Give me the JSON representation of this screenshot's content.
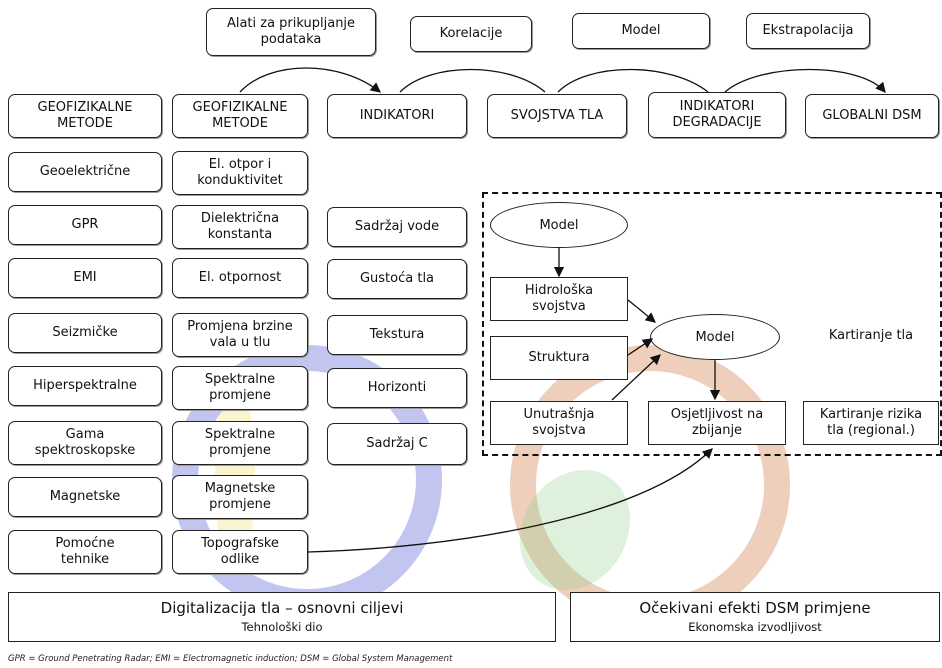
{
  "top_row": {
    "alati": "Alati za prikupljanje podataka",
    "korelacije": "Korelacije",
    "model": "Model",
    "ekstrapolacija": "Ekstrapolacija"
  },
  "header_row": {
    "geo1": "GEOFIZIKALNE\nMETODE",
    "geo2": "GEOFIZIKALNE\nMETODE",
    "indikatori": "INDIKATORI",
    "svojstva": "SVOJSTVA TLA",
    "degradacije": "INDIKATORI\nDEGRADACIJE",
    "globalni": "GLOBALNI DSM"
  },
  "col1": [
    "Geoelektrične",
    "GPR",
    "EMI",
    "Seizmičke",
    "Hiperspektralne",
    "Gama\nspektroskopske",
    "Magnetske",
    "Pomoćne\ntehnike"
  ],
  "col2": [
    "El. otpor i\nkonduktivitet",
    "Dielektrična\nkonstanta",
    "El. otpornost",
    "Promjena brzine\nvala u tlu",
    "Spektralne\npromjene",
    "Spektralne\npromjene",
    "Magnetske\npromjene",
    "Topografske\nodlike"
  ],
  "col3": [
    "Sadržaj vode",
    "Gustoća tla",
    "Tekstura",
    "Horizonti",
    "Sadržaj C"
  ],
  "dashed": {
    "model_top": "Model",
    "hidroloska": "Hidrološka\nsvojstva",
    "struktura": "Struktura",
    "unutarnja": "Unutrašnja\nsvojstva",
    "model_center": "Model",
    "osjetljivost": "Osjetljivost na\nzbijanje",
    "kartiranje": "Kartiranje tla",
    "kartiranje_rizika": "Kartiranje rizika\ntla (regional.)"
  },
  "bottom": {
    "left_title": "Digitalizacija tla – osnovni ciljevi",
    "left_sub": "Tehnološki dio",
    "right_title": "Očekivani efekti DSM primjene",
    "right_sub": "Ekonomska izvodljivost"
  },
  "footnote": "GPR = Ground Penetrating Radar; EMI = Electromagnetic induction; DSM = Global System Management",
  "colors": {
    "watermark_blue": "#7b7fe0",
    "watermark_orange": "#d9956a",
    "watermark_yellow": "#f2e07a"
  }
}
